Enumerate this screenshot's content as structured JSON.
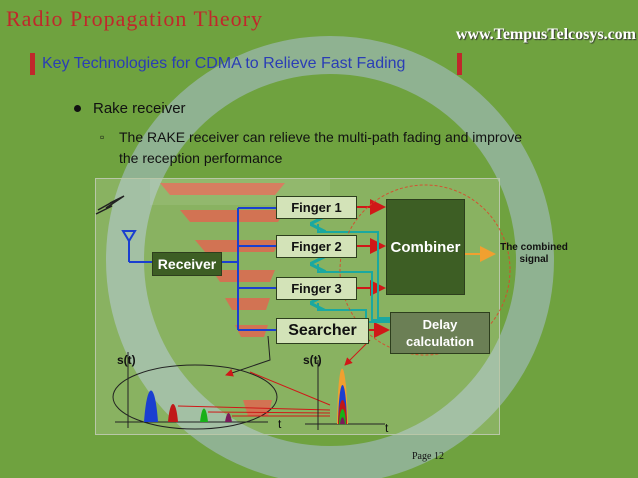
{
  "header": {
    "title": "Radio Propagation Theory",
    "website": "www.TempusTelcosys.com",
    "subtitle": "Key Technologies for CDMA to Relieve Fast Fading"
  },
  "content": {
    "bullet": "Rake receiver",
    "sub_bullet_line1": "The RAKE receiver can relieve the multi-path fading and improve",
    "sub_bullet_line2": "the reception performance"
  },
  "diagram": {
    "finger1": "Finger 1",
    "finger2": "Finger 2",
    "finger3": "Finger 3",
    "searcher": "Searcher",
    "receiver": "Receiver",
    "combiner": "Combiner",
    "delay_line1": "Delay",
    "delay_line2": "calculation",
    "combined_line1": "The combined",
    "combined_line2": "signal",
    "st_left": "s(t)",
    "st_right": "s(t)",
    "t_left": "t",
    "t_right": "t"
  },
  "footer": {
    "page": "Page 12"
  },
  "colors": {
    "background": "#6fa23f",
    "title": "#c0282b",
    "subtitle": "#2a3db5",
    "box_dark": "#3d5e24",
    "box_light": "#d3e3b8",
    "arrow_red": "#d01818",
    "arrow_cyan": "#1aa8a0",
    "antenna_blue": "#1a3fd0",
    "signal_orange": "#f0a030"
  }
}
